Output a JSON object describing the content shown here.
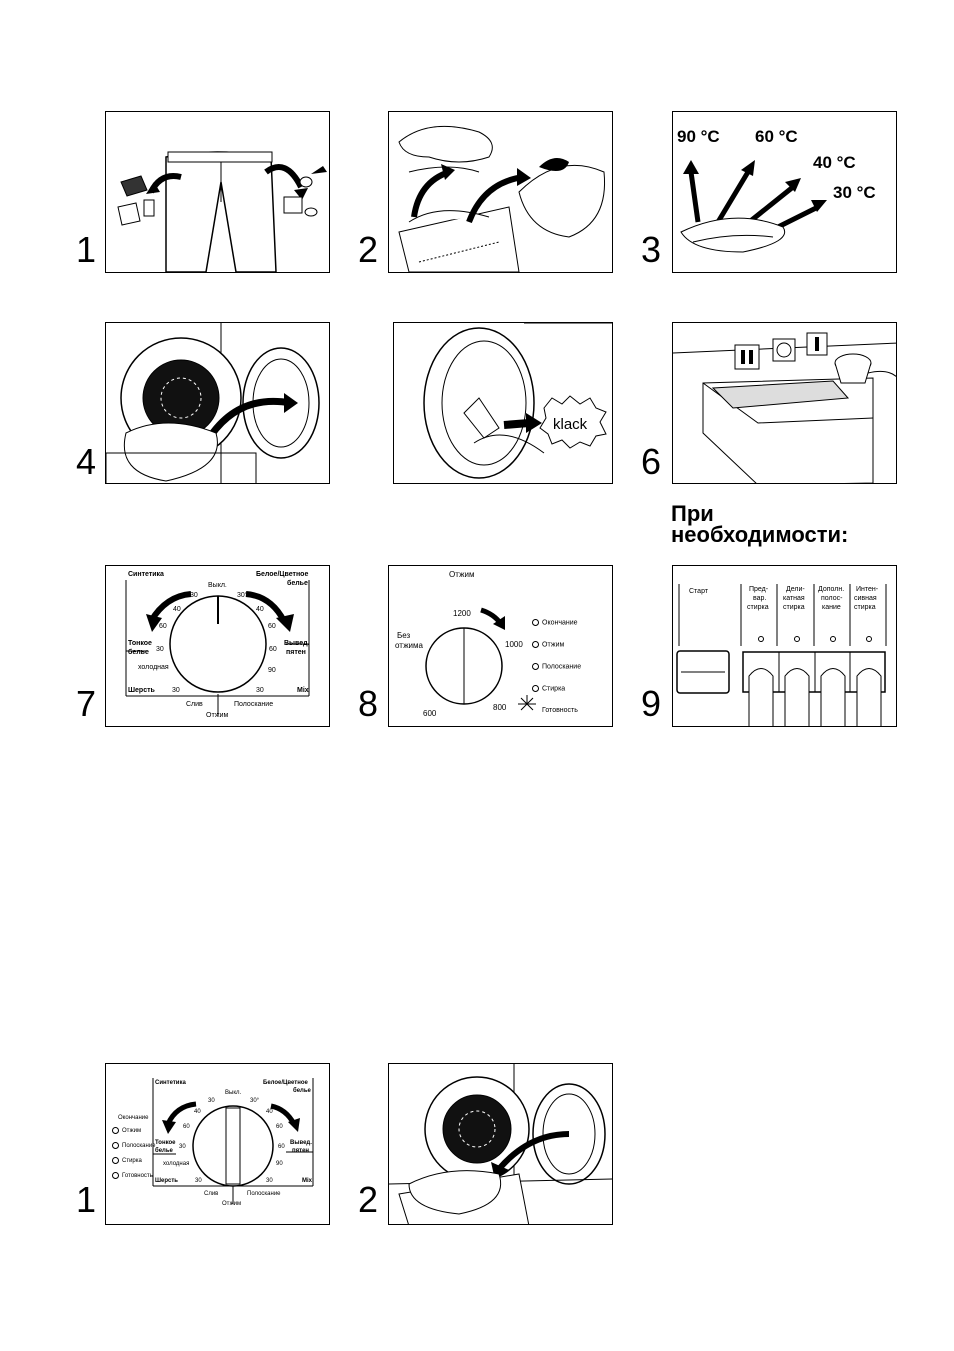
{
  "steps_top": [
    "1",
    "2",
    "3",
    "4",
    "6",
    "7",
    "8",
    "9"
  ],
  "steps_bottom": [
    "1",
    "2"
  ],
  "temps": [
    "90 °C",
    "60 °C",
    "40 °C",
    "30 °C"
  ],
  "klack": "klack",
  "note": {
    "line1": "При",
    "line2": "необходимости:"
  },
  "dial": {
    "synthetics": "Синтетика",
    "cottons1": "Белое/Цветное",
    "cottons2": "белье",
    "off": "Выкл.",
    "delicates1": "Тонкое",
    "delicates2": "белье",
    "cold": "холодная",
    "wool": "Шерсть",
    "stain1": "Вывед.",
    "stain2": "пятен",
    "mix": "Mix",
    "drain": "Слив",
    "spin": "Отжим",
    "rinse": "Полоскание",
    "t30": "30",
    "t40": "40",
    "t60": "60",
    "t90": "90",
    "t30deg": "30°"
  },
  "spin_panel": {
    "title": "Отжим",
    "nospin1": "Без",
    "nospin2": "отжима",
    "s1200": "1200",
    "s1000": "1000",
    "s800": "800",
    "s600": "600",
    "status": [
      "Окончание",
      "Отжим",
      "Полоскание",
      "Стирка",
      "Готовность"
    ]
  },
  "buttons": {
    "start": "Старт",
    "b1": [
      "Пред-",
      "вар.",
      "стирка"
    ],
    "b2": [
      "Дели-",
      "катная",
      "стирка"
    ],
    "b3": [
      "Дополн.",
      "полос-",
      "кание"
    ],
    "b4": [
      "Интен-",
      "сивная",
      "стирка"
    ]
  },
  "dial2_status": [
    "Окончание",
    "Отжим",
    "Полоскание",
    "Стирка",
    "Готовность"
  ]
}
